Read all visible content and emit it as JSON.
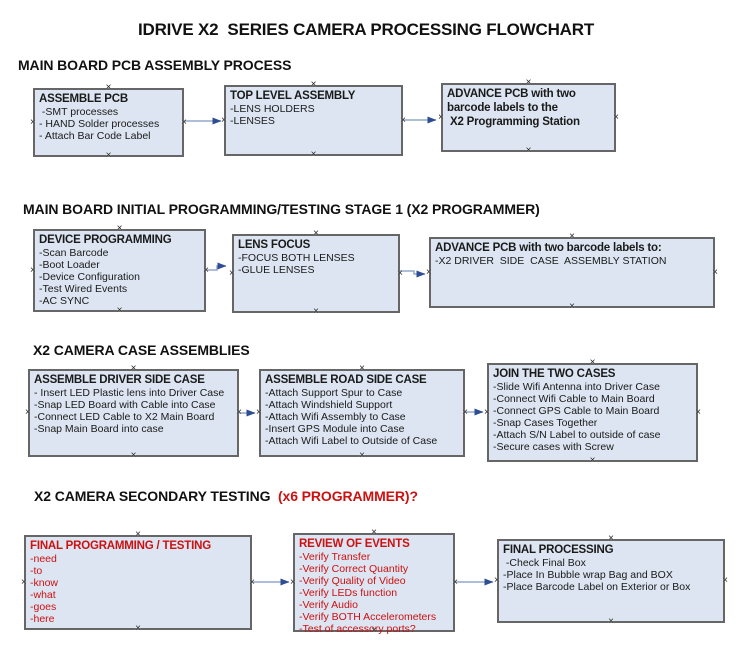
{
  "title": "IDRIVE X2  SERIES CAMERA PROCESSING FLOWCHART",
  "glyphs": {
    "connection_marker": "×"
  },
  "colors": {
    "accent_red": "#cc1111",
    "box_fill": "#dce5f1",
    "box_border": "#666666",
    "arrow_line": "#93a9cd",
    "arrow_head": "#2e4d92",
    "text": "#1a1a1a"
  },
  "sections": [
    {
      "header": "MAIN BOARD PCB ASSEMBLY PROCESS",
      "boxes": [
        {
          "title_lines": [
            "ASSEMBLE PCB"
          ],
          "items": [
            " -SMT processes",
            "- HAND Solder processes",
            "- Attach Bar Code Label"
          ]
        },
        {
          "title_lines": [
            "TOP LEVEL ASSEMBLY"
          ],
          "items": [
            "-LENS HOLDERS",
            "-LENSES"
          ]
        },
        {
          "title_lines": [
            "ADVANCE PCB with two",
            "barcode labels to the",
            " X2 Programming Station"
          ],
          "items": []
        }
      ]
    },
    {
      "header": "MAIN BOARD INITIAL PROGRAMMING/TESTING STAGE 1 (X2 PROGRAMMER)",
      "boxes": [
        {
          "title_lines": [
            "DEVICE PROGRAMMING"
          ],
          "items": [
            "-Scan Barcode",
            "-Boot Loader",
            "-Device Configuration",
            "-Test Wired Events",
            "-AC SYNC"
          ]
        },
        {
          "title_lines": [
            "LENS FOCUS"
          ],
          "items": [
            "-FOCUS BOTH LENSES",
            "-GLUE LENSES"
          ]
        },
        {
          "title_lines": [
            "ADVANCE PCB with two barcode labels to:"
          ],
          "items": [
            "-X2 DRIVER  SIDE  CASE  ASSEMBLY STATION"
          ]
        }
      ]
    },
    {
      "header": "X2 CAMERA CASE ASSEMBLIES",
      "boxes": [
        {
          "title_lines": [
            "ASSEMBLE DRIVER SIDE CASE"
          ],
          "items": [
            "- Insert LED Plastic lens into Driver Case",
            "-Snap LED Board with Cable into Case",
            "-Connect LED Cable to X2 Main Board",
            "-Snap Main Board into case"
          ]
        },
        {
          "title_lines": [
            "ASSEMBLE ROAD SIDE CASE"
          ],
          "items": [
            "-Attach Support Spur to Case",
            "-Attach Windshield Support",
            "-Attach Wifi Assembly to Case",
            "-Insert GPS Module into Case",
            "-Attach Wifi Label to Outside of Case"
          ]
        },
        {
          "title_lines": [
            "JOIN THE TWO CASES"
          ],
          "items": [
            "-Slide Wifi Antenna into Driver Case",
            "-Connect Wifi Cable to Main Board",
            "-Connect GPS Cable to Main Board",
            "-Snap Cases Together",
            "-Attach S/N Label to outside of case",
            "-Secure cases with Screw"
          ]
        }
      ]
    },
    {
      "header": "X2 CAMERA SECONDARY TESTING  ",
      "header_highlight": "(x6 PROGRAMMER)?",
      "boxes": [
        {
          "title_lines": [
            "FINAL PROGRAMMING / TESTING"
          ],
          "items": [
            "-need",
            "-to",
            "-know",
            "-what",
            "-goes",
            "-here"
          ],
          "emphasis": "red"
        },
        {
          "title_lines": [
            "REVIEW OF EVENTS"
          ],
          "items": [
            "-Verify Transfer",
            "-Verify Correct Quantity",
            "-Verify Quality of Video",
            "-Verify LEDs function",
            "-Verify Audio",
            "-Verify BOTH Accelerometers",
            "-Test of accessory ports?"
          ],
          "emphasis": "red"
        },
        {
          "title_lines": [
            "FINAL PROCESSING"
          ],
          "items": [
            " -Check Final Box",
            "-Place In Bubble wrap Bag and BOX",
            "-Place Barcode Label on Exterior or Box"
          ]
        }
      ]
    }
  ]
}
